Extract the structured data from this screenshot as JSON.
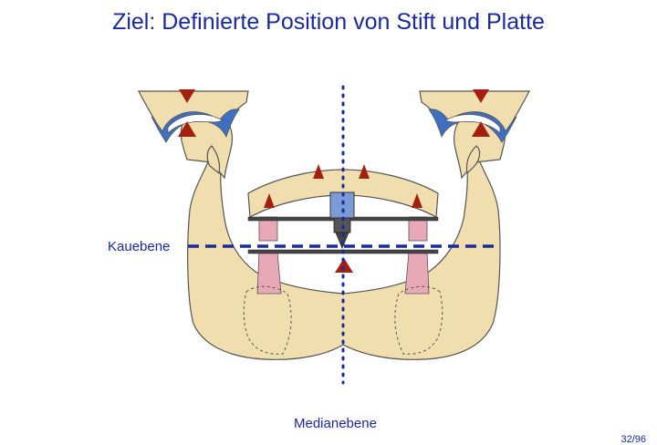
{
  "slide": {
    "title": "Ziel: Definierte Position von Stift und Platte",
    "page_number": "32/96"
  },
  "labels": {
    "occlusal_plane": "Kauebene",
    "median_plane": "Medianebene"
  },
  "colors": {
    "text": "#1a2a9a",
    "bone": "#f1deae",
    "bone_outline": "#555555",
    "fossa_blue": "#3f6fc0",
    "arrow_red": "#a3200f",
    "gum_pink": "#e8a8b8",
    "pin_blue": "#7b9ad6",
    "guide_lines": "#1a2a9a"
  }
}
